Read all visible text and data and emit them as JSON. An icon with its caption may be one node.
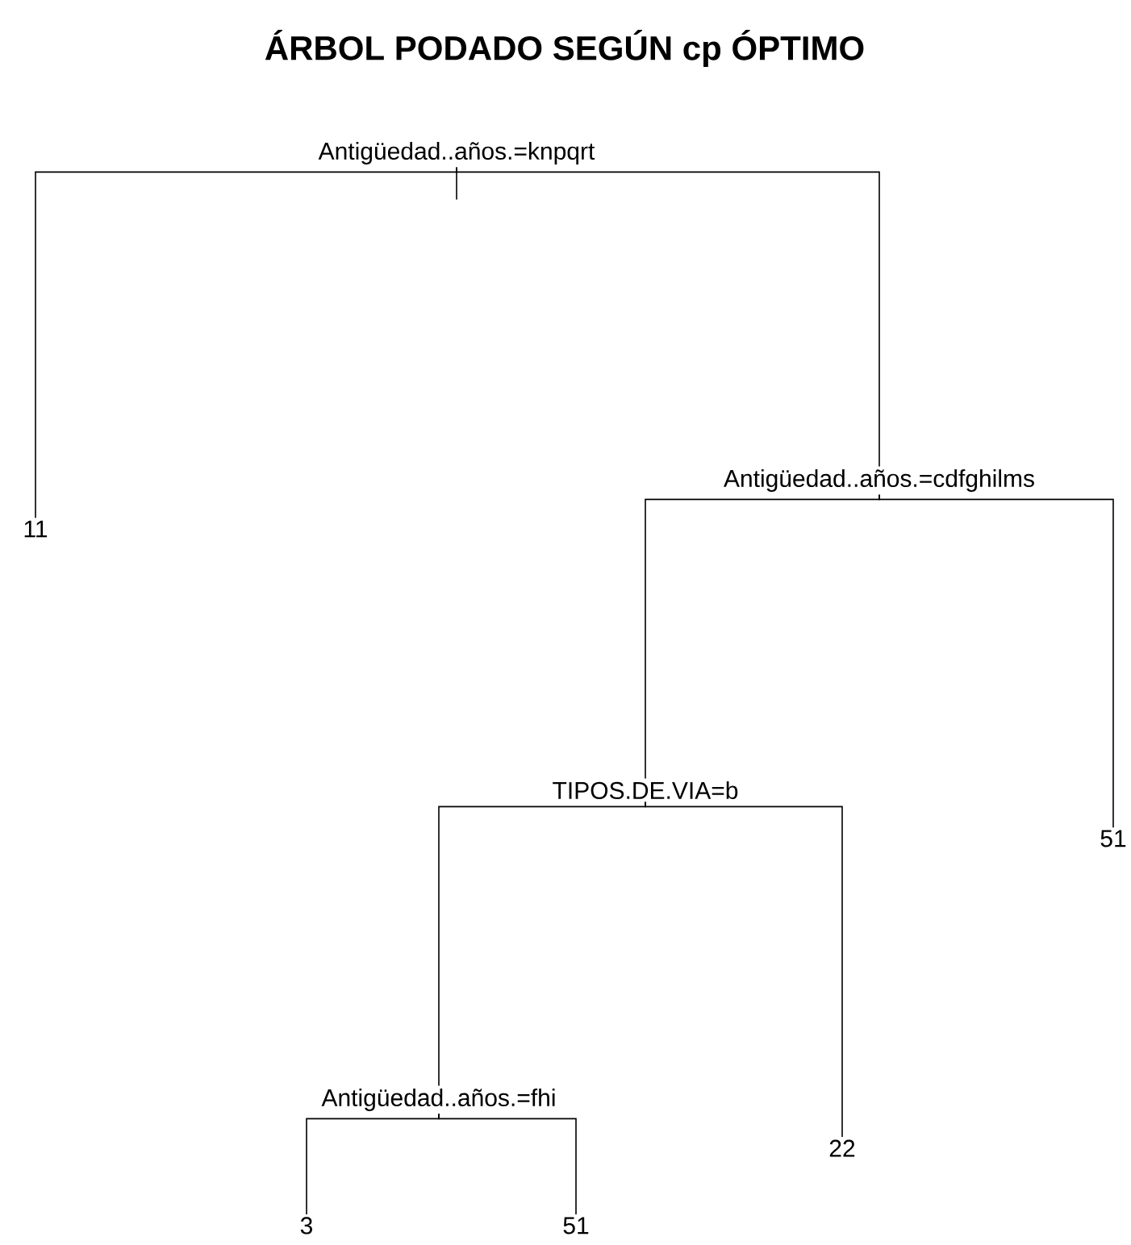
{
  "diagram": {
    "title": "ÁRBOL PODADO SEGÚN cp ÓPTIMO",
    "nodes": [
      {
        "text": [
          "Antigüedad..años.=knpqrt"
        ]
      },
      {
        "text": [
          "11"
        ]
      },
      {
        "text": [
          "Antigüedad..años.=cdfghilms"
        ]
      },
      {
        "text": [
          "TIPOS.DE.VIA=b"
        ]
      },
      {
        "text": [
          "51"
        ]
      },
      {
        "text": [
          "Antigüedad..años.=fhi"
        ]
      },
      {
        "text": [
          "22"
        ]
      },
      {
        "text": [
          "3"
        ]
      },
      {
        "text": [
          "51"
        ]
      }
    ],
    "edges": [
      {
        "from": 0,
        "to": 1,
        "arrow": "none"
      },
      {
        "from": 0,
        "to": 2,
        "arrow": "none"
      },
      {
        "from": 2,
        "to": 3,
        "arrow": "none"
      },
      {
        "from": 2,
        "to": 4,
        "arrow": "none"
      },
      {
        "from": 3,
        "to": 5,
        "arrow": "none"
      },
      {
        "from": 3,
        "to": 6,
        "arrow": "none"
      },
      {
        "from": 5,
        "to": 7,
        "arrow": "none"
      },
      {
        "from": 5,
        "to": 8,
        "arrow": "none"
      }
    ]
  }
}
